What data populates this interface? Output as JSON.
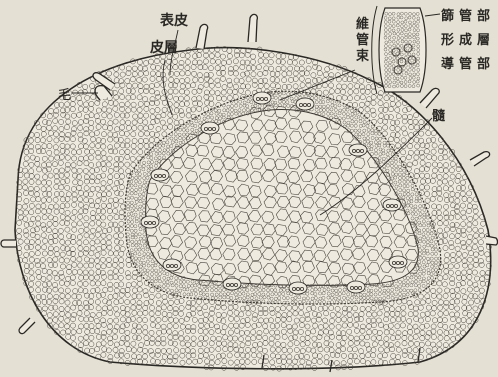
{
  "labels": {
    "hair": "毛",
    "epidermis": "表皮",
    "cortex": "皮層",
    "bundle": [
      "維",
      "管",
      "束"
    ],
    "pith": "髓",
    "legend_col1": [
      "篩",
      "形",
      "導"
    ],
    "legend_col2": [
      "管",
      "成",
      "管"
    ],
    "legend_col3": [
      "部",
      "層",
      "部"
    ]
  },
  "colors": {
    "paper": "#e4e0d4",
    "ink": "#2a2824",
    "cell_line": "#4a4640",
    "tissue": "#eeeadf"
  }
}
